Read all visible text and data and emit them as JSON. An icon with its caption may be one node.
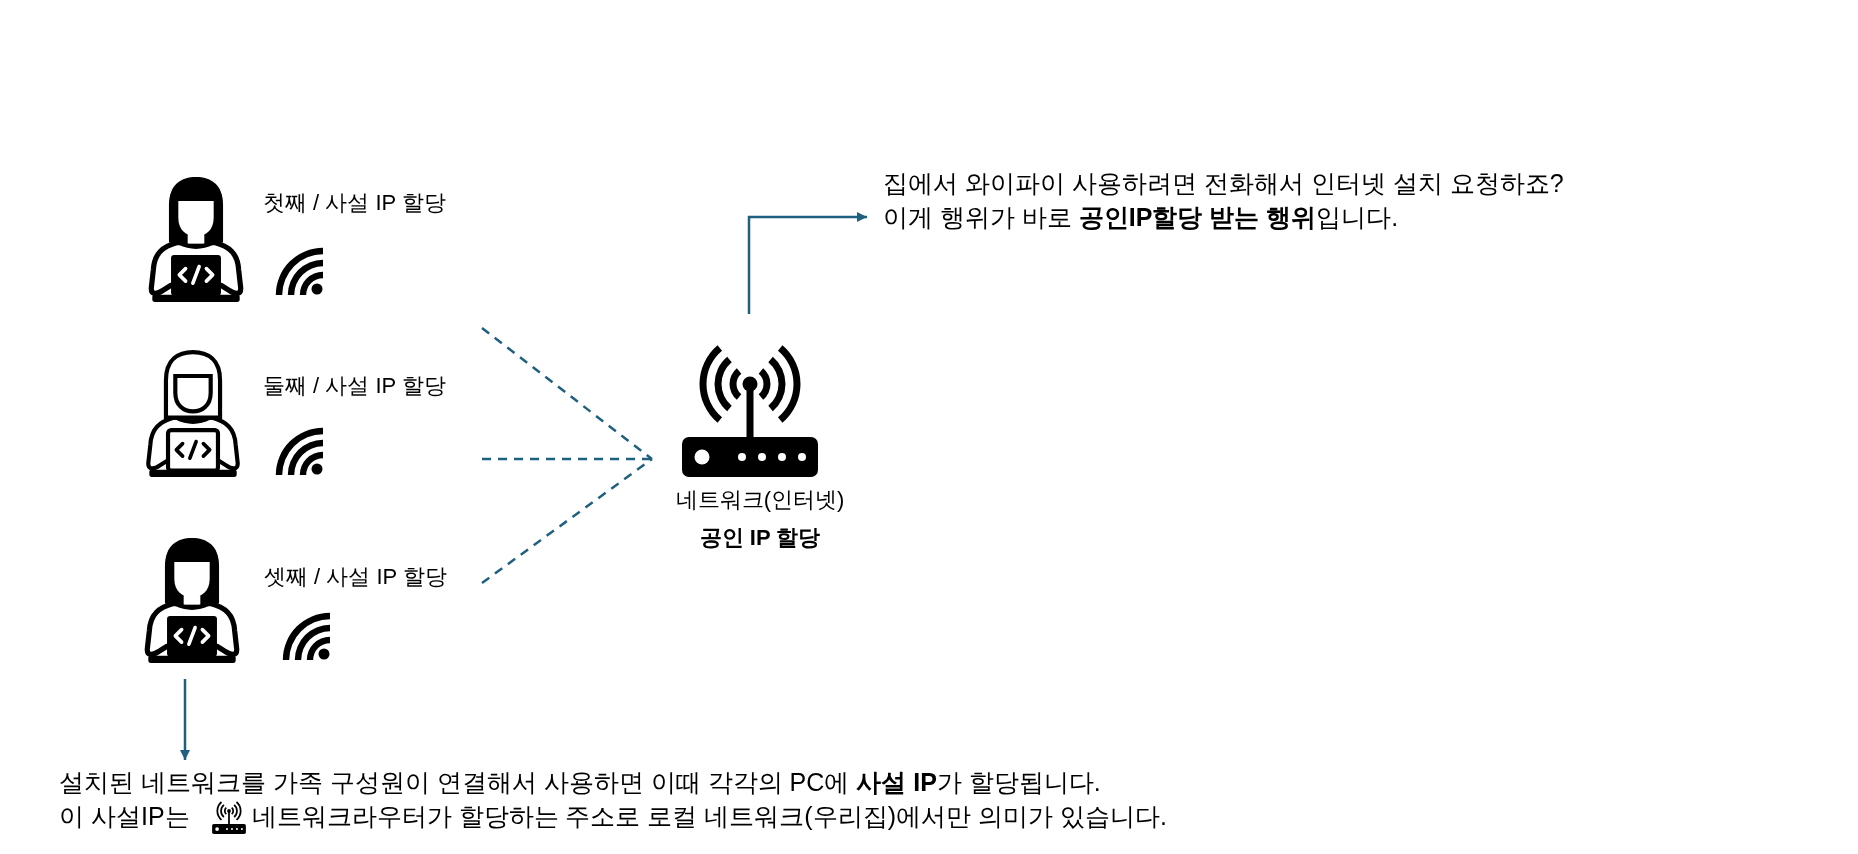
{
  "diagram": {
    "nodes": [
      {
        "text": [
          "첫째 / 사설 IP 할당"
        ]
      },
      {
        "text": [
          "둘째 / 사설 IP 할당"
        ]
      },
      {
        "text": [
          "셋째 / 사설 IP 할당"
        ]
      },
      {
        "text": [
          "네트워크(인터넷)",
          "공인 IP 할당"
        ]
      },
      {
        "text": [
          "집에서 와이파이 사용하려면 전화해서 인터넷 설치 요청하죠?",
          "이게 행위가 바로 **공인IP할당 받는 행위**입니다."
        ]
      },
      {
        "text": [
          "설치된 네트워크를 가족 구성원이 연결해서 사용하면 이때 각각의 PC에 **사설 IP**가 할당됩니다.",
          "이 사설IP는",
          "네트워크라우터가 할당하는 주소로 로컬 네트워크(우리집)에서만 의미가 있습니다."
        ]
      }
    ],
    "edges": [
      {
        "from": 0,
        "to": 3,
        "arrow": "none",
        "style": "dashed"
      },
      {
        "from": 1,
        "to": 3,
        "arrow": "none",
        "style": "dashed"
      },
      {
        "from": 2,
        "to": 3,
        "arrow": "none",
        "style": "dashed"
      },
      {
        "from": 3,
        "to": 4,
        "arrow": "to"
      },
      {
        "from": 2,
        "to": 5,
        "arrow": "to"
      }
    ]
  }
}
